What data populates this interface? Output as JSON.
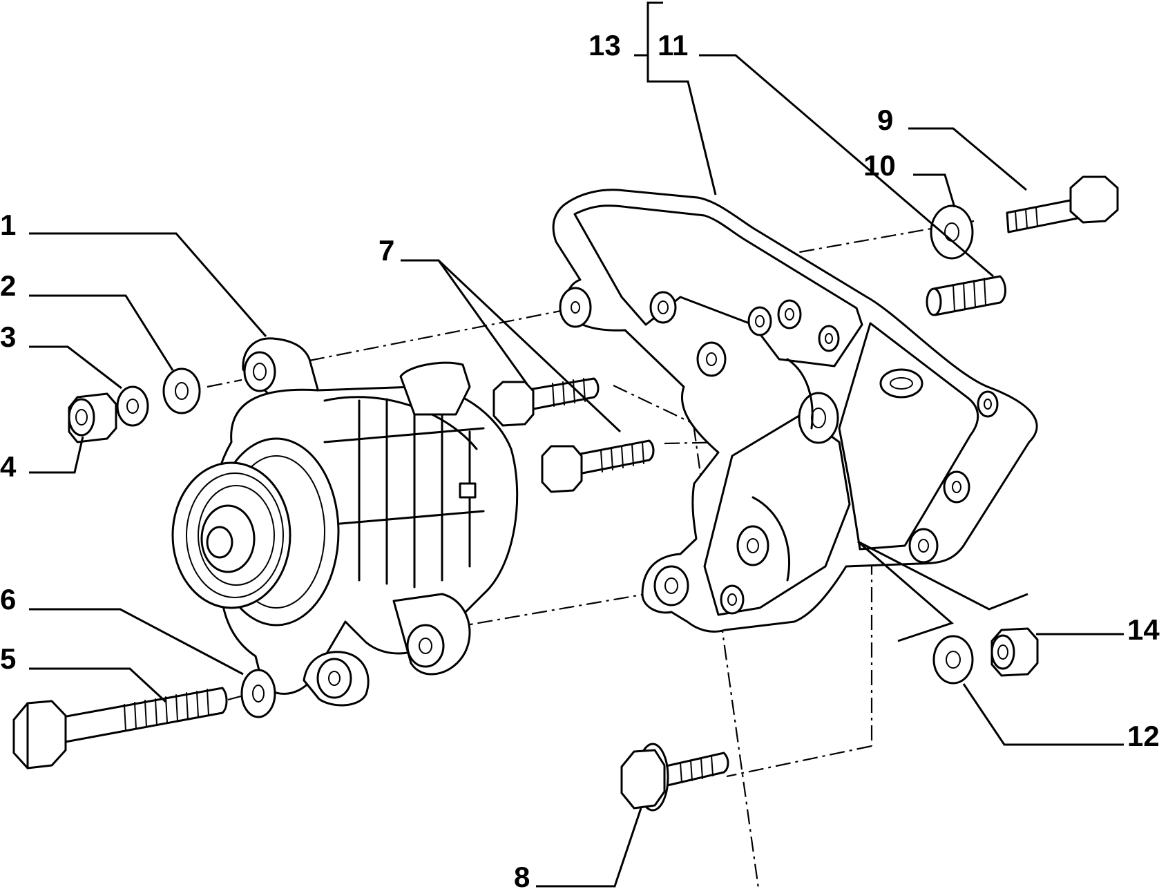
{
  "diagram": {
    "type": "exploded-parts-view",
    "callouts": [
      {
        "id": "c1",
        "text": "1"
      },
      {
        "id": "c2",
        "text": "2"
      },
      {
        "id": "c3",
        "text": "3"
      },
      {
        "id": "c4",
        "text": "4"
      },
      {
        "id": "c5",
        "text": "5"
      },
      {
        "id": "c6",
        "text": "6"
      },
      {
        "id": "c7",
        "text": "7"
      },
      {
        "id": "c8",
        "text": "8"
      },
      {
        "id": "c9",
        "text": "9"
      },
      {
        "id": "c10",
        "text": "10"
      },
      {
        "id": "c11",
        "text": "11"
      },
      {
        "id": "c12",
        "text": "12"
      },
      {
        "id": "c13",
        "text": "13"
      },
      {
        "id": "c14",
        "text": "14"
      }
    ],
    "line_color": "#000000",
    "background_color": "#ffffff"
  }
}
